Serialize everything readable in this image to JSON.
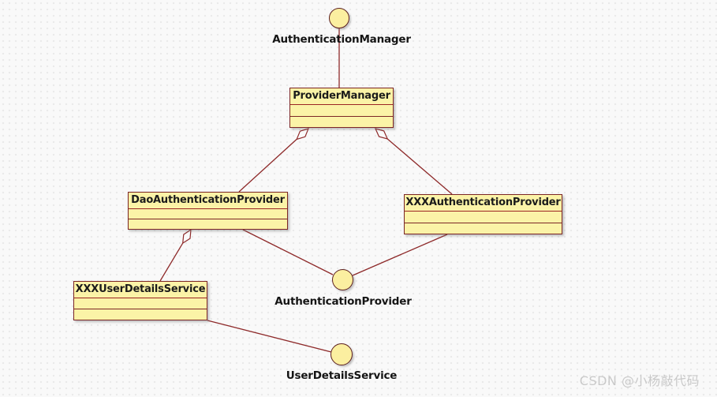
{
  "diagram": {
    "nodes": {
      "authentication_manager": {
        "label": "AuthenticationManager",
        "kind": "interface"
      },
      "provider_manager": {
        "label": "ProviderManager",
        "kind": "class"
      },
      "dao_authentication_provider": {
        "label": "DaoAuthenticationProvider",
        "kind": "class"
      },
      "xxx_authentication_provider": {
        "label": "XXXAuthenticationProvider",
        "kind": "class"
      },
      "authentication_provider": {
        "label": "AuthenticationProvider",
        "kind": "interface"
      },
      "xxx_user_details_service": {
        "label": "XXXUserDetailsService",
        "kind": "class"
      },
      "user_details_service": {
        "label": "UserDetailsService",
        "kind": "interface"
      }
    },
    "edges": [
      {
        "from": "AuthenticationManager",
        "to": "ProviderManager",
        "kind": "association"
      },
      {
        "from": "ProviderManager",
        "to": "DaoAuthenticationProvider",
        "kind": "aggregation"
      },
      {
        "from": "ProviderManager",
        "to": "XXXAuthenticationProvider",
        "kind": "aggregation"
      },
      {
        "from": "DaoAuthenticationProvider",
        "to": "AuthenticationProvider",
        "kind": "association"
      },
      {
        "from": "XXXAuthenticationProvider",
        "to": "AuthenticationProvider",
        "kind": "association"
      },
      {
        "from": "DaoAuthenticationProvider",
        "to": "XXXUserDetailsService",
        "kind": "aggregation"
      },
      {
        "from": "XXXUserDetailsService",
        "to": "UserDetailsService",
        "kind": "association"
      }
    ],
    "colors": {
      "node_fill": "#fbf3a7",
      "node_border": "#7c2626",
      "edge_line": "#8e2a2a",
      "label_text": "#1b1b1b",
      "watermark_text": "#c9c9c9"
    }
  },
  "watermark": {
    "text": "CSDN @小杨敲代码"
  }
}
